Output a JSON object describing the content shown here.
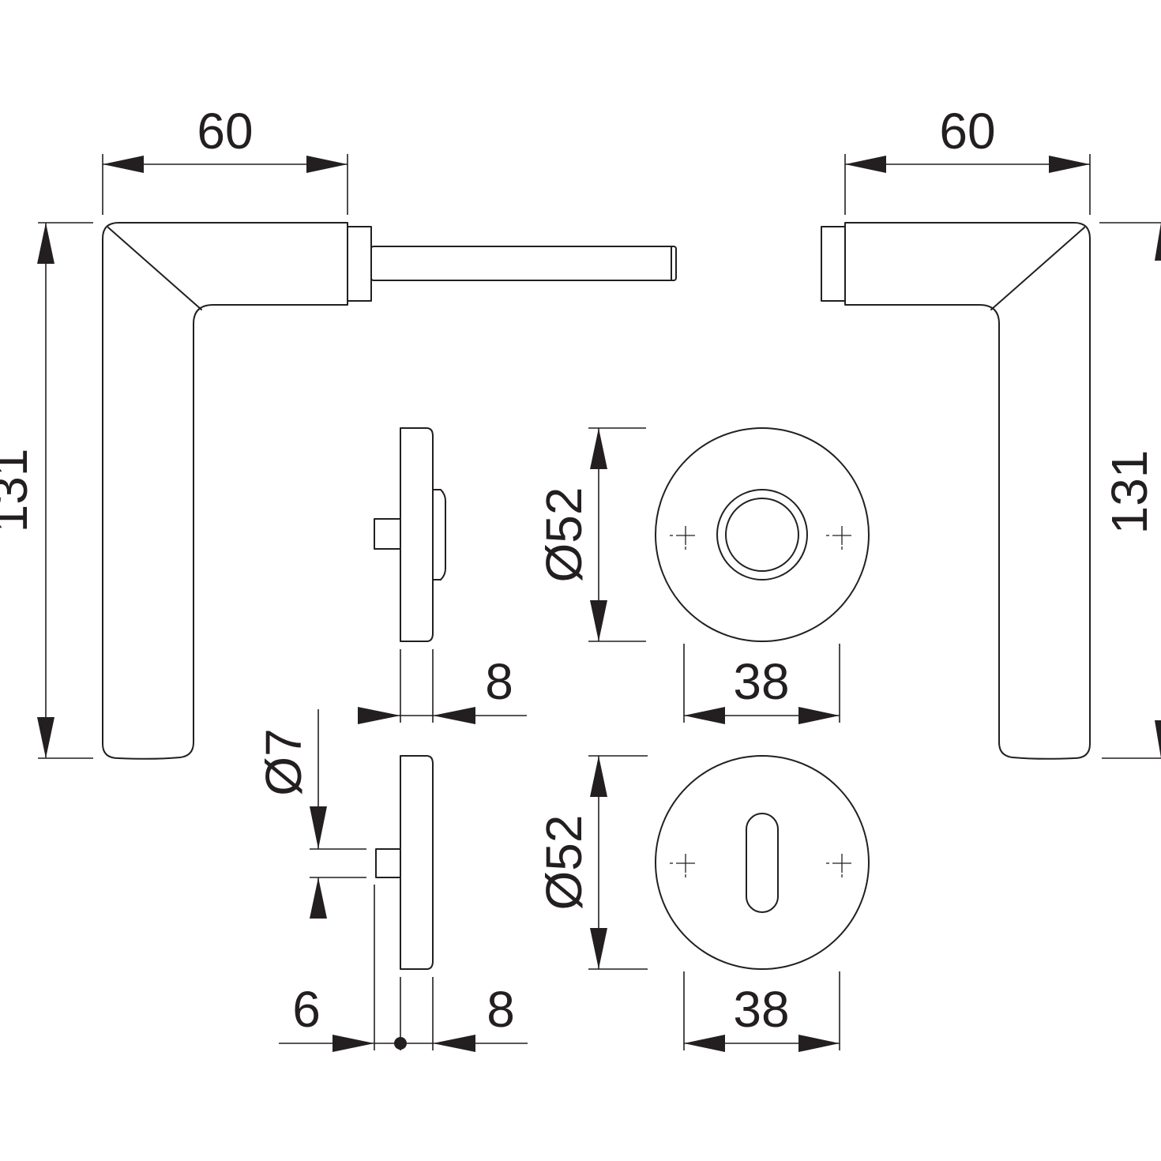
{
  "dimensions": {
    "left_lever_width": "60",
    "left_lever_height": "131",
    "right_lever_width": "60",
    "right_lever_height": "131",
    "rosette_top_diameter": "Ø52",
    "rosette_top_width": "38",
    "rosette_top_depth": "8",
    "rosette_bottom_diameter": "Ø52",
    "rosette_bottom_width": "38",
    "rosette_bottom_depth": "8",
    "pin_diameter": "Ø7",
    "pin_offset": "6"
  },
  "colors": {
    "line": "#231f20",
    "background": "#ffffff"
  }
}
